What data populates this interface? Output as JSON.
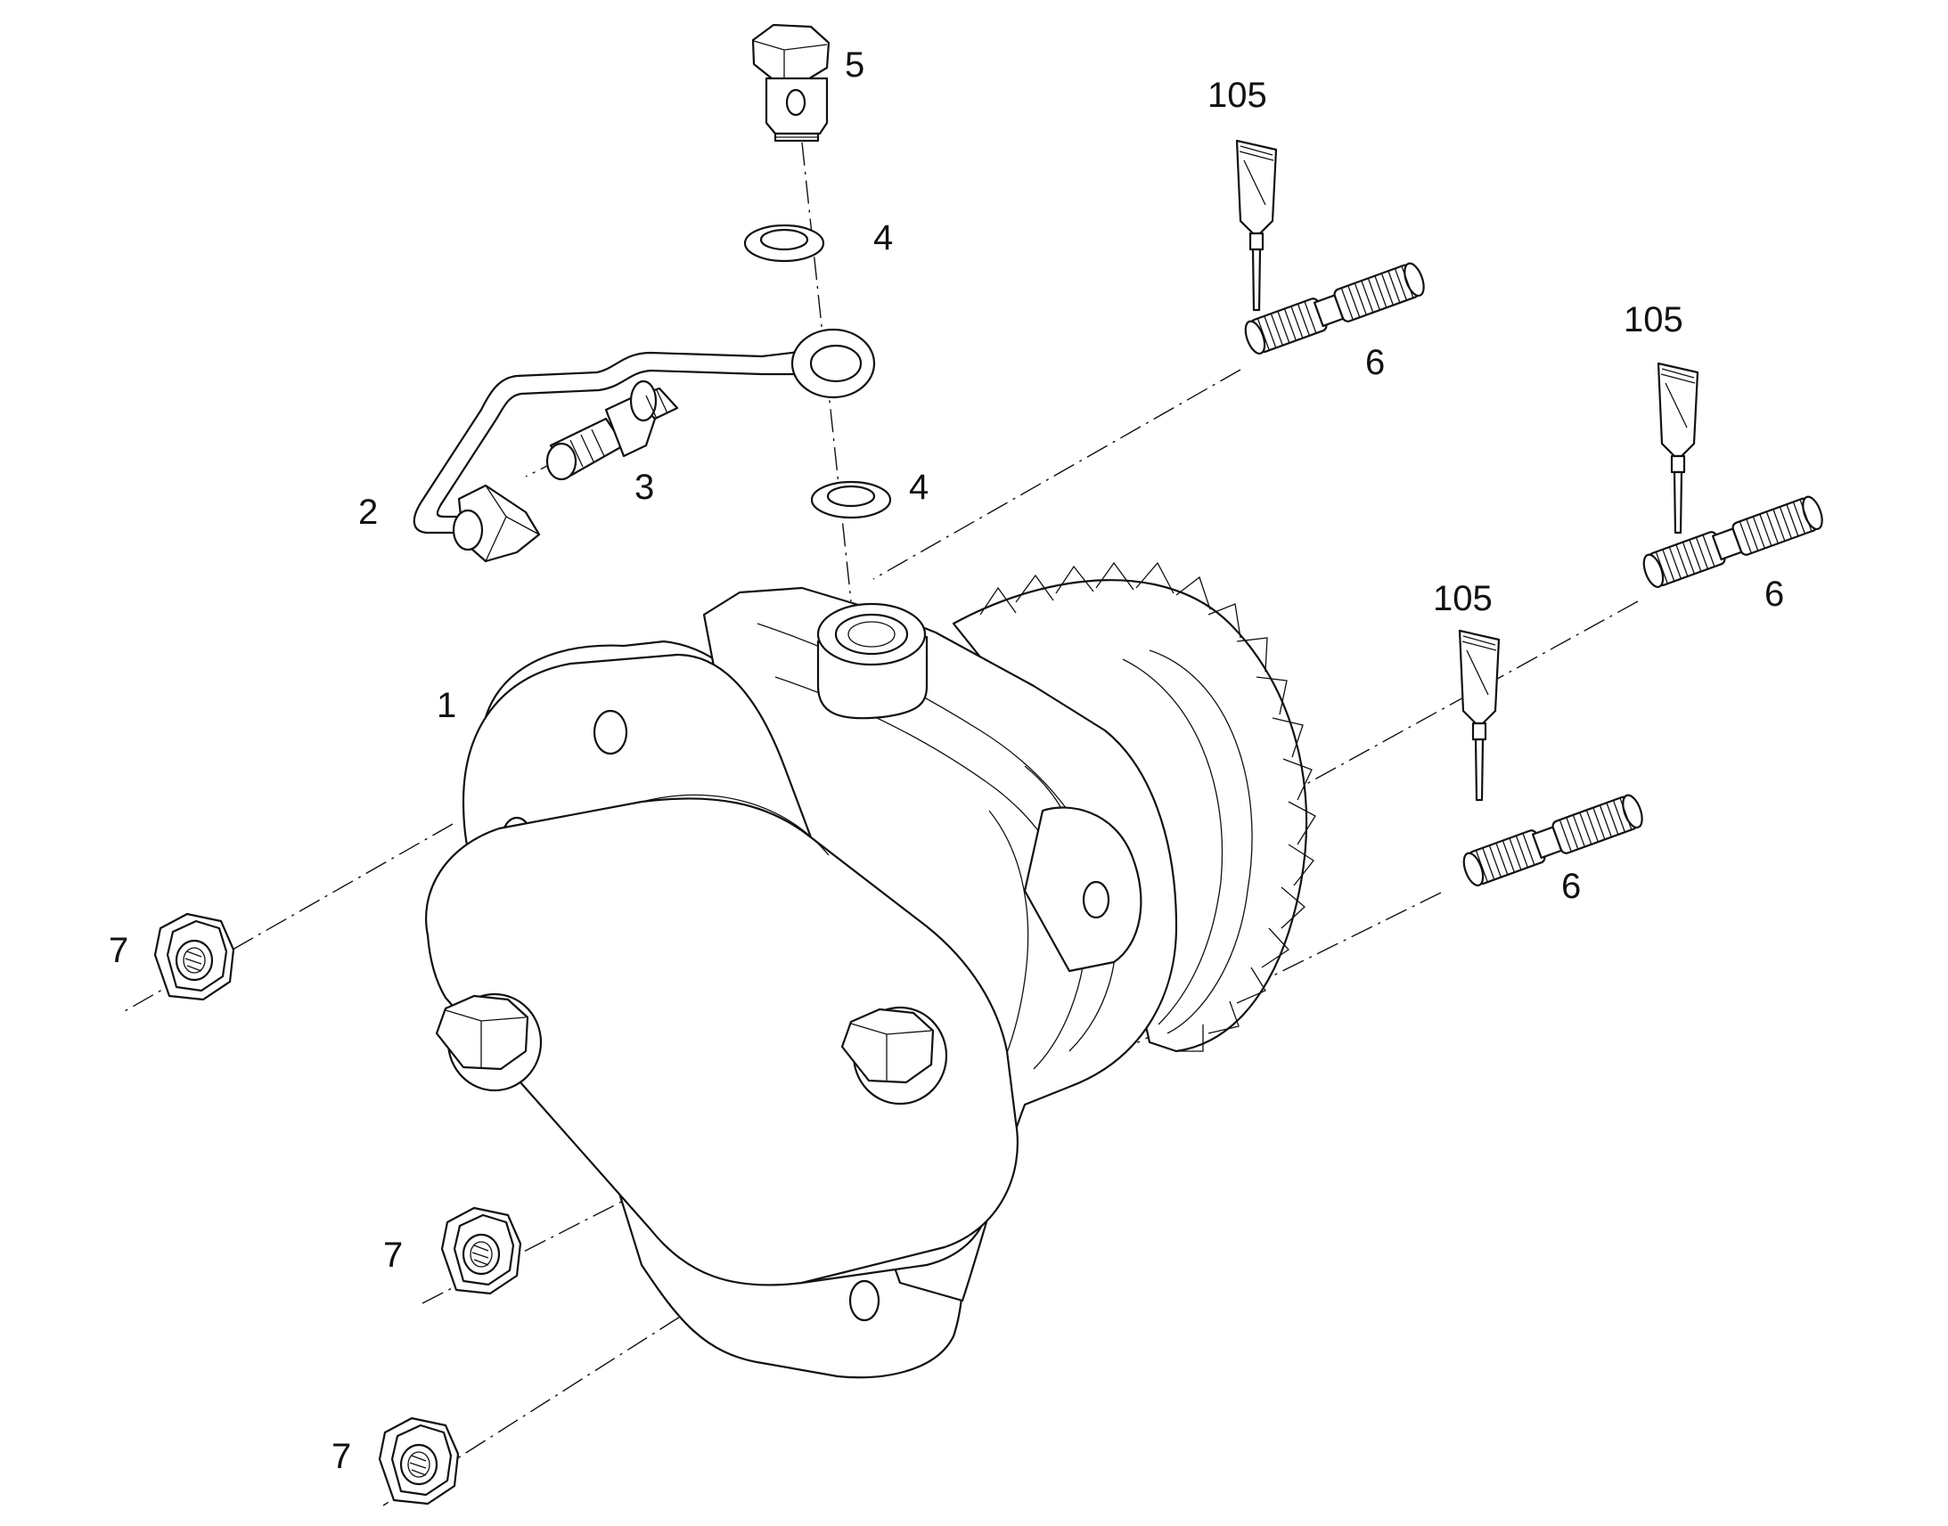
{
  "callouts": {
    "pump": "1",
    "pipe": "2",
    "union": "3",
    "washer_upper": "4",
    "washer_lower": "4",
    "banjo_bolt": "5",
    "stud_a": "6",
    "stud_b": "6",
    "stud_c": "6",
    "nut_a": "7",
    "nut_b": "7",
    "nut_c": "7",
    "sealant_a": "105",
    "sealant_b": "105",
    "sealant_c": "105"
  }
}
